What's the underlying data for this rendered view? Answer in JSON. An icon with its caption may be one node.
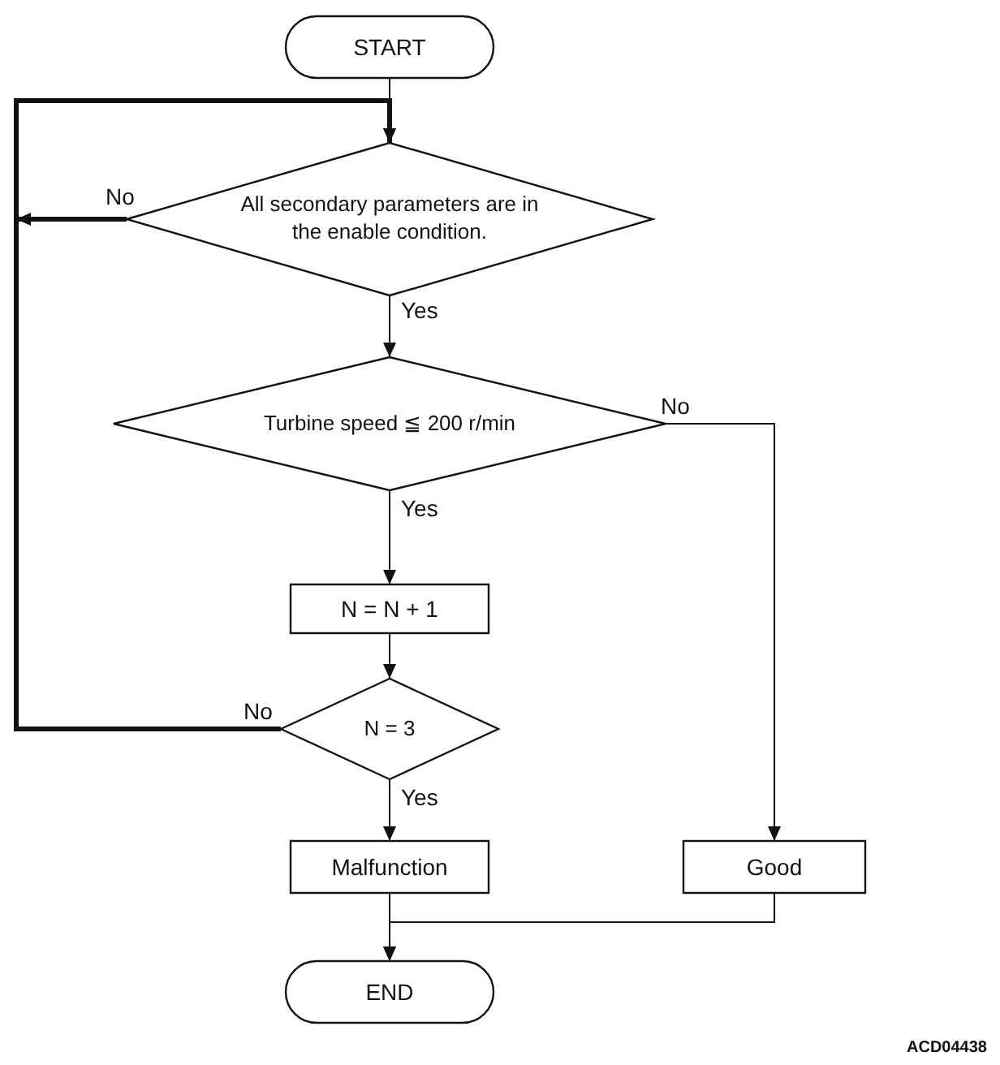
{
  "diagram": {
    "nodes": [
      {
        "text": [
          "START"
        ]
      },
      {
        "text": [
          "All secondary parameters are in the enable condition."
        ]
      },
      {
        "text": [
          "Turbine speed ≦ 200 r/min"
        ]
      },
      {
        "text": [
          "N = N + 1"
        ]
      },
      {
        "text": [
          "N = 3"
        ]
      },
      {
        "text": [
          "Malfunction"
        ]
      },
      {
        "text": [
          "Good"
        ]
      },
      {
        "text": [
          "END"
        ]
      }
    ],
    "edges": [
      {
        "from": 0,
        "to": 1,
        "arrow": "to"
      },
      {
        "from": 1,
        "to": null,
        "arrow": "to",
        "label": "No",
        "style": "thick"
      },
      {
        "from": 1,
        "to": 2,
        "arrow": "to",
        "label": "Yes"
      },
      {
        "from": 2,
        "to": 6,
        "arrow": "to",
        "label": "No"
      },
      {
        "from": 2,
        "to": 3,
        "arrow": "to",
        "label": "Yes"
      },
      {
        "from": 3,
        "to": 4,
        "arrow": "to"
      },
      {
        "from": 4,
        "to": 1,
        "arrow": "to",
        "label": "No",
        "style": "thick"
      },
      {
        "from": 4,
        "to": 5,
        "arrow": "to",
        "label": "Yes"
      },
      {
        "from": 5,
        "to": 7,
        "arrow": "to"
      },
      {
        "from": 6,
        "to": 7,
        "arrow": "to"
      }
    ],
    "labels": [
      "ACD04438"
    ]
  }
}
